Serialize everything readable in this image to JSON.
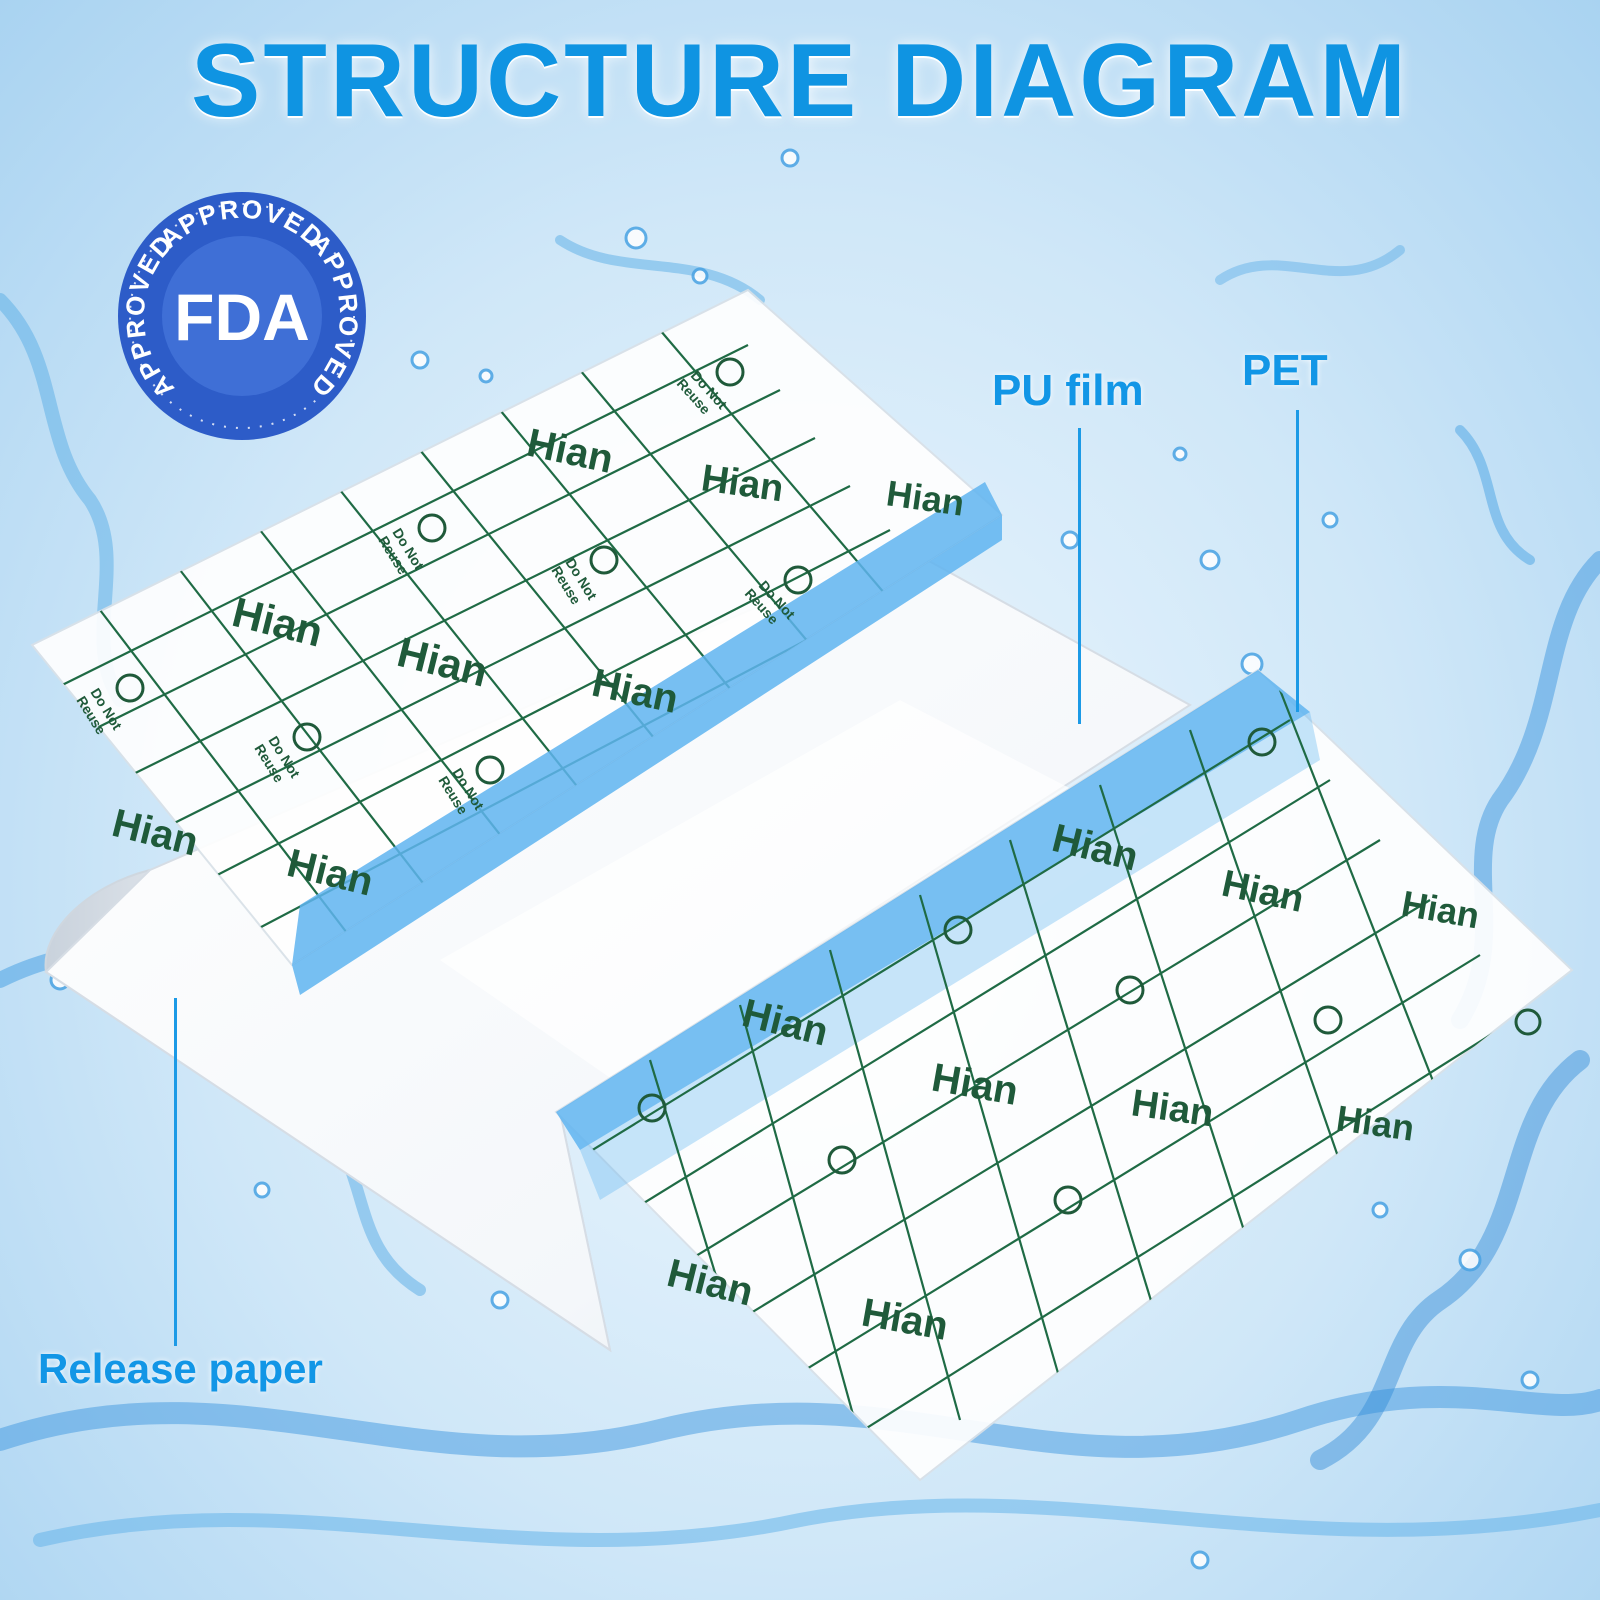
{
  "title": "STRUCTURE DIAGRAM",
  "badge": {
    "center_text": "FDA",
    "ring_text": "APPROVED",
    "colors": {
      "fill": "#3f6fd6",
      "ring": "#2d5cc8",
      "text": "#ffffff"
    }
  },
  "labels": {
    "pu_film": "PU film",
    "pet": "PET",
    "release_paper": "Release paper"
  },
  "film_print": {
    "brand": "Hian",
    "warning_line1": "Do Not",
    "warning_line2": "Reuse"
  },
  "colors": {
    "accent": "#1296e6",
    "grid": "#1f6b45",
    "pet_strip": "#5fb4f0",
    "background": "#cfe7f8"
  },
  "icons": [
    "fda-badge-icon",
    "do-not-reuse-icon",
    "water-splash-icon"
  ]
}
